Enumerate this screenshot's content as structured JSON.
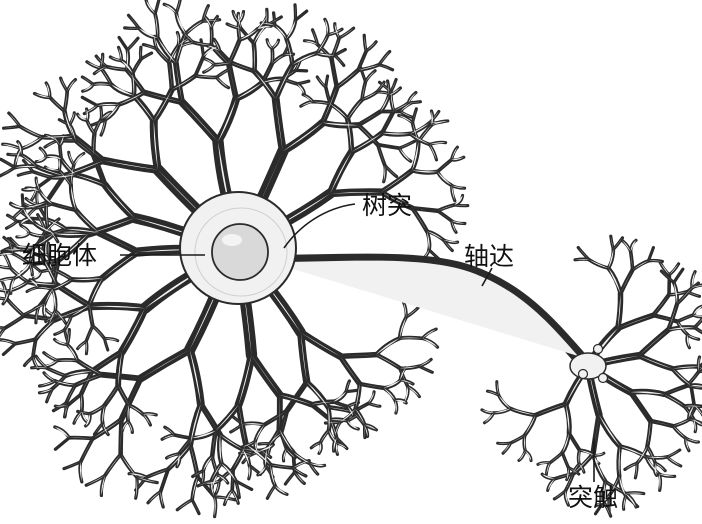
{
  "labels": {
    "soma": "细胞体",
    "dendrite": "树突",
    "axon": "轴达",
    "synapse": "突触"
  },
  "colors": {
    "background": "#ffffff",
    "cell_fill": "#f1f1f1",
    "cell_outline": "#2b2b2b",
    "nucleus_fill": "#d9d9d9",
    "text": "#111111"
  }
}
